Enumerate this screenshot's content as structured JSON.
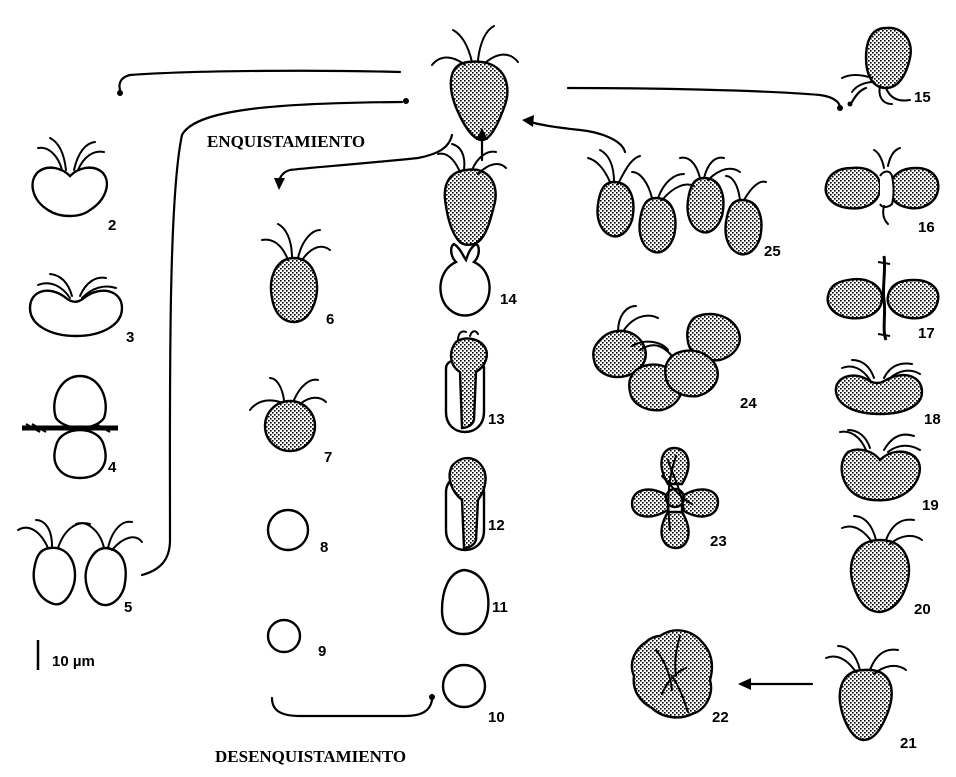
{
  "labels": {
    "encyst": "ENQUISTAMIENTO",
    "excyst": "DESENQUISTAMIENTO",
    "scale": "10 µm"
  },
  "stages": {
    "s2": "2",
    "s3": "3",
    "s4": "4",
    "s5": "5",
    "s6": "6",
    "s7": "7",
    "s8": "8",
    "s9": "9",
    "s10": "10",
    "s11": "11",
    "s12": "12",
    "s13": "13",
    "s14": "14",
    "s15": "15",
    "s16": "16",
    "s17": "17",
    "s18": "18",
    "s19": "19",
    "s20": "20",
    "s21": "21",
    "s22": "22",
    "s23": "23",
    "s24": "24",
    "s25": "25"
  }
}
